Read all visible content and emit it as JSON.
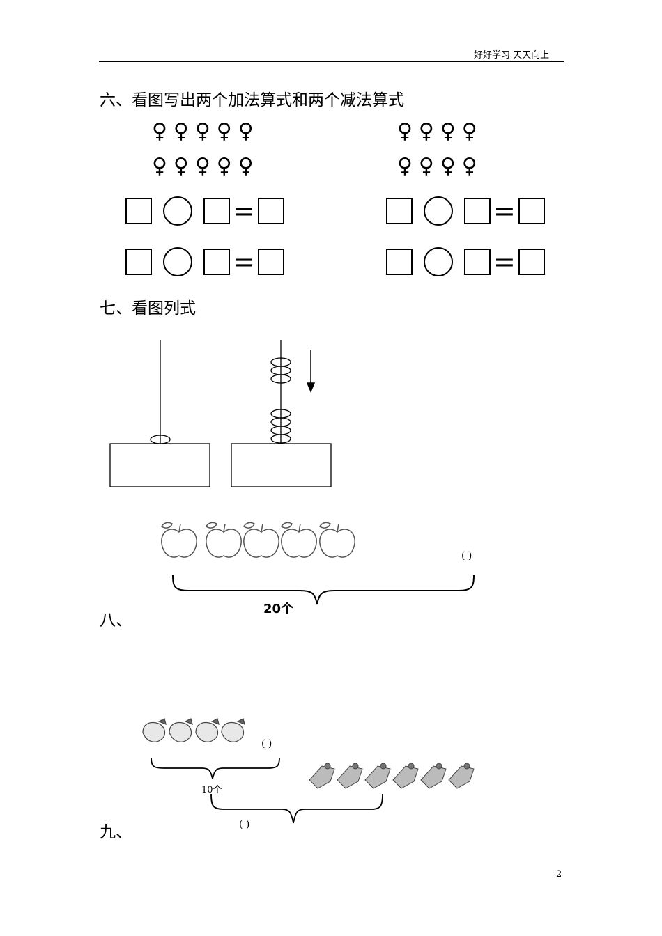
{
  "header": {
    "text": "好好学习  天天向上"
  },
  "sections": {
    "six": {
      "title": "六、看图写出两个加法算式和两个减法算式",
      "left_row1": "♀♀♀♀♀",
      "left_row2": "♀♀♀♀♀",
      "right_row1": "♀♀♀♀",
      "right_row2": "♀♀♀♀",
      "equals": "="
    },
    "seven": {
      "title": "七、看图列式"
    },
    "eight": {
      "title": "八、",
      "total_label": "20个",
      "blank": "(   )"
    },
    "nine": {
      "title": "九、",
      "strawberry_label": "10个",
      "blank_top": "(   )",
      "blank_bottom": "(   )"
    }
  },
  "page_number": "2"
}
